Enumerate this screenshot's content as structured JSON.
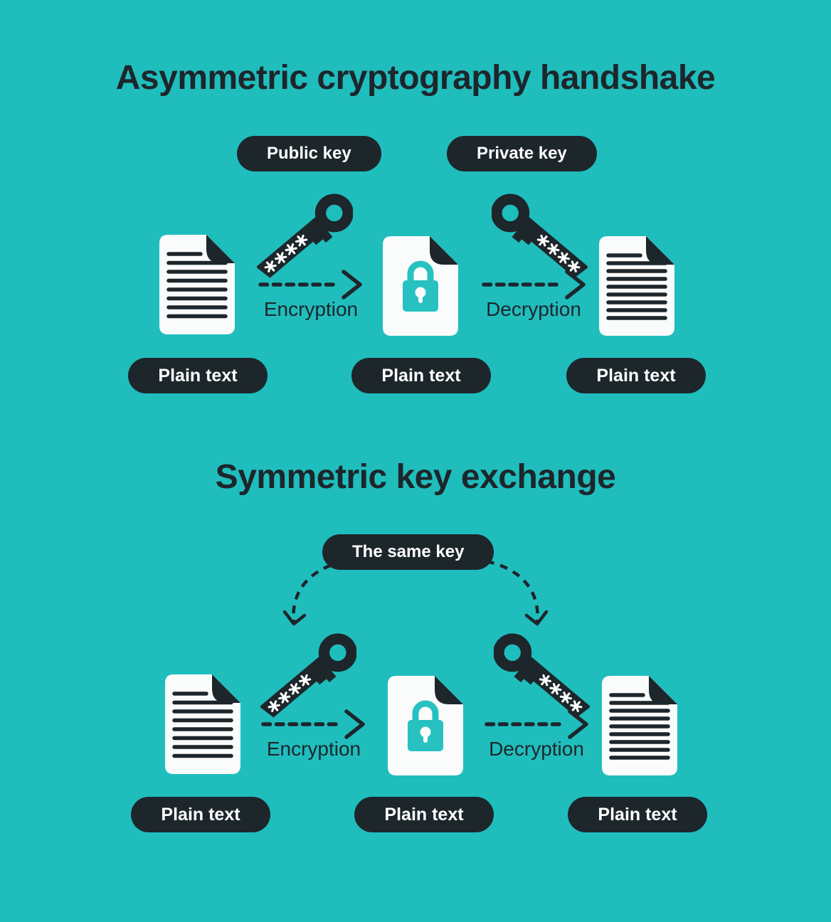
{
  "colors": {
    "background": "#20bdbd",
    "dark": "#1d262b",
    "document": "#fafbfb",
    "lock": "#28c1c1",
    "label_text": "#ffffff"
  },
  "asymmetric": {
    "title": "Asymmetric cryptography handshake",
    "public_key_badge": "Public key",
    "private_key_badge": "Private key",
    "encryption_label": "Encryption",
    "decryption_label": "Decryption",
    "plain_text_labels": [
      "Plain text",
      "Plain text",
      "Plain text"
    ]
  },
  "symmetric": {
    "title": "Symmetric key exchange",
    "same_key_badge": "The same key",
    "encryption_label": "Encryption",
    "decryption_label": "Decryption",
    "plain_text_labels": [
      "Plain text",
      "Plain text",
      "Plain text"
    ]
  },
  "icons": {
    "key": "key-icon",
    "plain_document": "document-icon",
    "encrypted_document": "lock-document-icon",
    "dashed_arrow": "dashed-arrow-icon",
    "curved_arrow": "curved-dashed-arrow-icon"
  }
}
